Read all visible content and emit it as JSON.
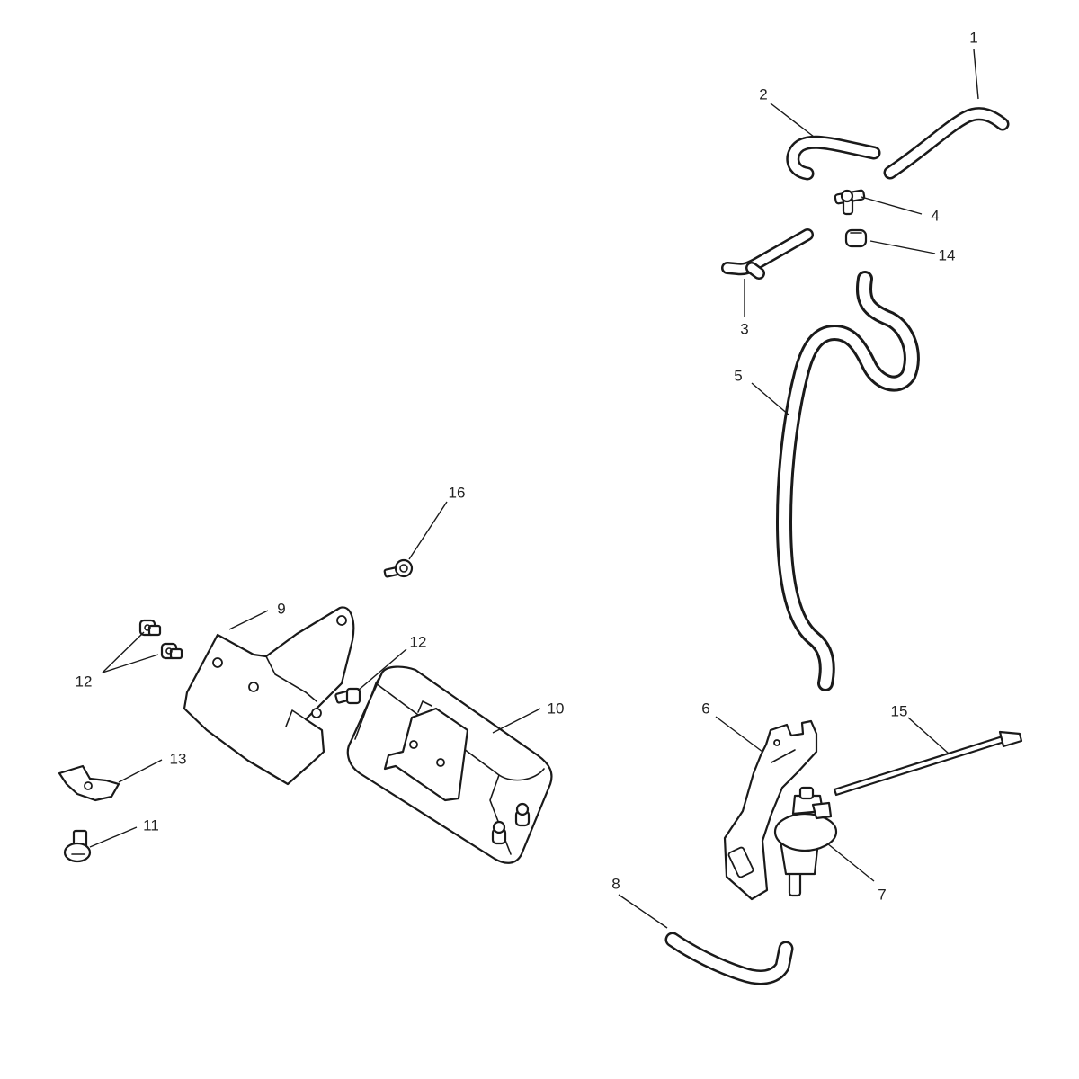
{
  "callouts": {
    "c1": "1",
    "c2": "2",
    "c3": "3",
    "c4": "4",
    "c5": "5",
    "c6": "6",
    "c7": "7",
    "c8": "8",
    "c9": "9",
    "c10": "10",
    "c11": "11",
    "c12a": "12",
    "c12b": "12",
    "c13": "13",
    "c14": "14",
    "c15": "15",
    "c16": "16"
  }
}
